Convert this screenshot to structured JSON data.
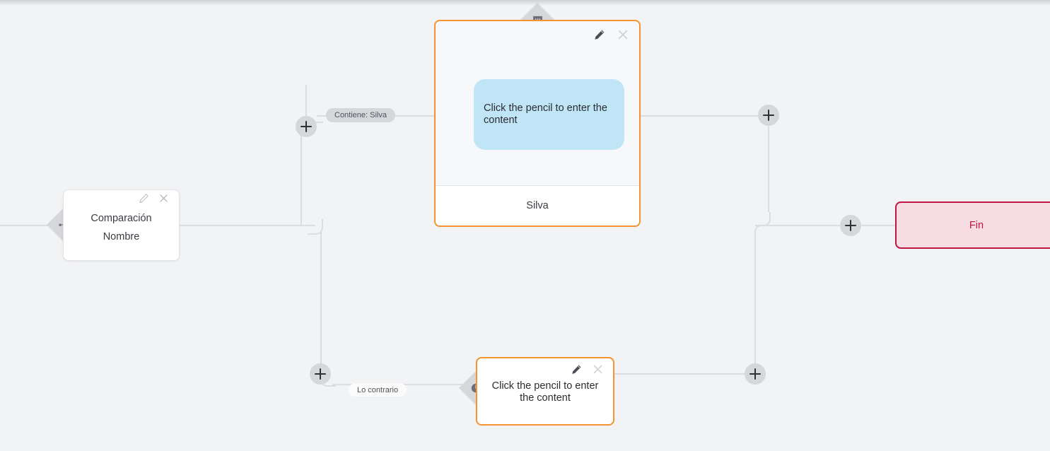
{
  "canvas": {
    "background": "#f2f3f5",
    "edge_color": "#dcdde1"
  },
  "nodes": {
    "comparison": {
      "title": "Comparación",
      "subtitle": "Nombre",
      "handle_icon": "branch-icon",
      "edit_icon": "pencil-icon",
      "close_icon": "close-icon"
    },
    "message_top": {
      "bubble_text": "Click the pencil to enter the content",
      "footer_label": "Silva",
      "handle_icon": "chat-bubble-icon",
      "edit_icon": "pencil-icon",
      "close_icon": "close-icon",
      "border_color": "#f59331",
      "bubble_color": "#bfe5f7"
    },
    "message_bottom": {
      "text": "Click the pencil to enter the content",
      "handle_icon": "clock-icon",
      "edit_icon": "pencil-icon",
      "close_icon": "close-icon",
      "border_color": "#f59331"
    },
    "end": {
      "label": "Fin",
      "border_color": "#c2153f",
      "fill_color": "#f7dde3",
      "text_color": "#c2153f"
    }
  },
  "edge_labels": {
    "contains_silva": "Contiene: Silva",
    "otherwise": "Lo contrario"
  },
  "add_buttons": {
    "label": "+",
    "items": [
      {
        "name": "add-node-branch-true"
      },
      {
        "name": "add-node-after-message-top"
      },
      {
        "name": "add-node-before-end"
      },
      {
        "name": "add-node-branch-false"
      },
      {
        "name": "add-node-after-message-bottom"
      }
    ]
  }
}
